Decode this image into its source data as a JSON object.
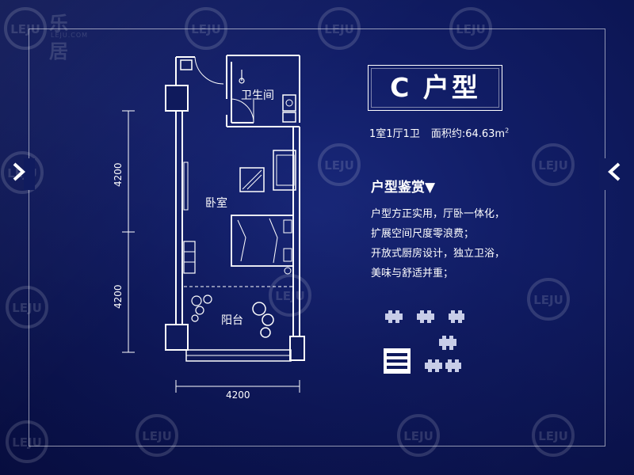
{
  "unit": {
    "title": "C 户型",
    "summary": {
      "layout": "1室1厅1卫",
      "area_label": "面积约:64.63m",
      "area_sup": "2"
    }
  },
  "features": {
    "heading": "户型鉴赏▼",
    "lines": [
      "户型方正实用，厅卧一体化，",
      "扩展空间尺度零浪费；",
      "开放式厨房设计，独立卫浴，",
      "美味与舒适并重；"
    ]
  },
  "rooms": {
    "bathroom": "卫生间",
    "bedroom": "卧室",
    "balcony": "阳台"
  },
  "dimensions": {
    "left_upper": "4200",
    "left_lower": "4200",
    "bottom": "4200"
  },
  "watermark": {
    "logo_text": "LEJU",
    "brand": "乐居",
    "sub": "LEJU.COM"
  },
  "navigation": {
    "prev": "‹",
    "next": "‹"
  },
  "colors": {
    "background": "#0f1a5c",
    "line": "#ffffff"
  }
}
